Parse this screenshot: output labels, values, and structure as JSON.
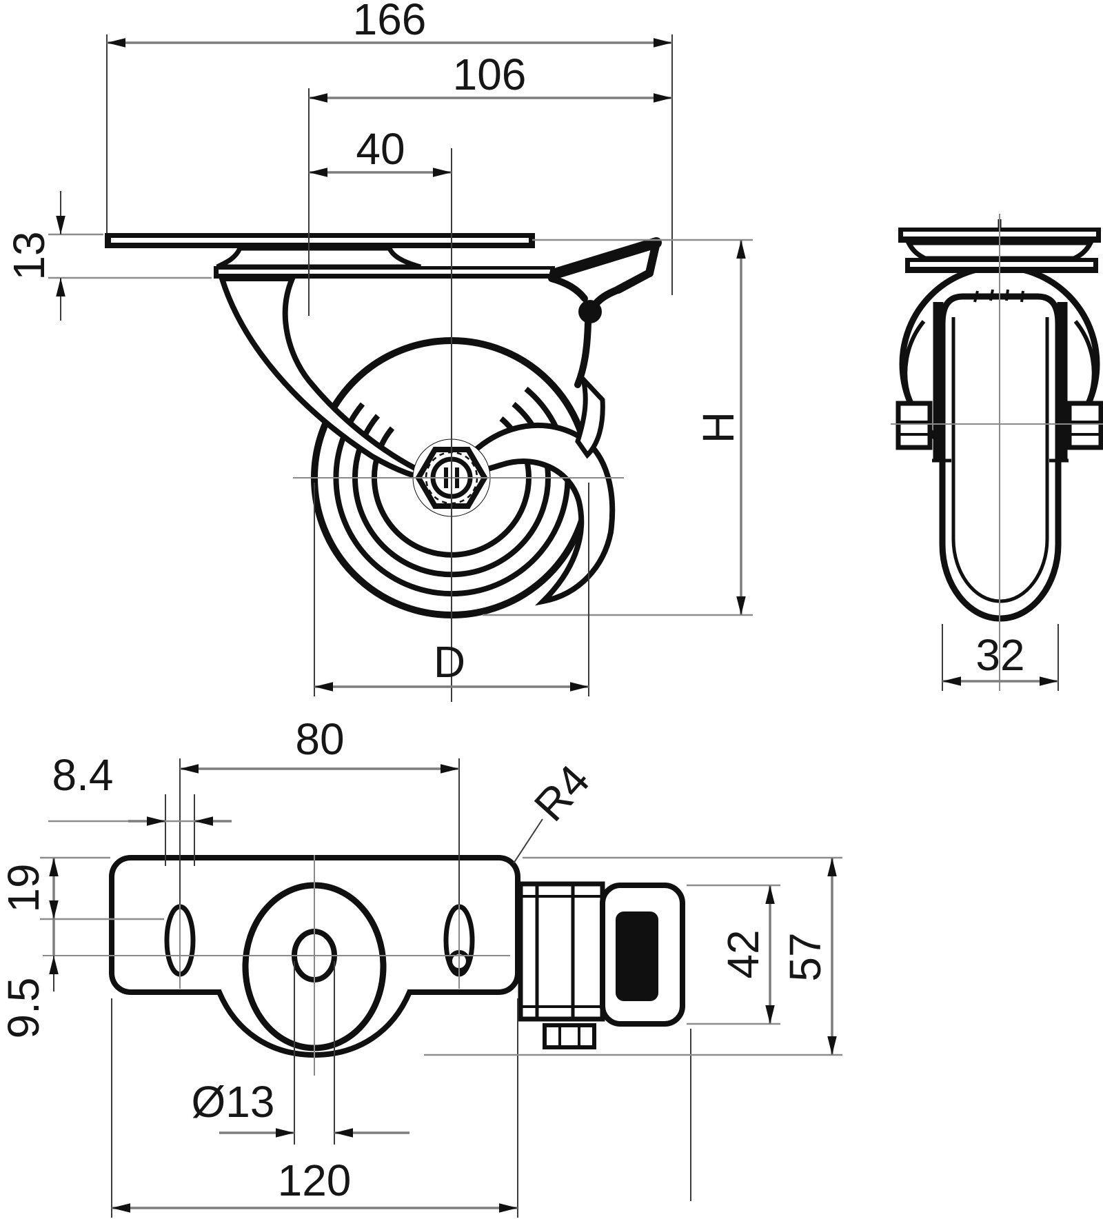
{
  "drawing_type": "caster-wheel-dimension-drawing",
  "views": {
    "front": {
      "overall_length": "166",
      "plate_span": "106",
      "swivel_offset": "40",
      "plate_thickness": "13",
      "overall_height": "H",
      "wheel_diameter": "D"
    },
    "side": {
      "wheel_width": "32"
    },
    "plan": {
      "hole_spacing": "80",
      "slot_width": "8.4",
      "corner_radius": "R4",
      "edge_to_slot": "19",
      "slot_to_centerline": "9.5",
      "center_bore": "Ø13",
      "plate_length": "120",
      "pedal_width": "42",
      "overall_width": "57"
    }
  },
  "colors": {
    "background": "#ffffff",
    "part_outline": "#101010",
    "dimension_line": "#7d7d7d",
    "extension_line": "#3c3c3c",
    "centerline": "#8a8a8a",
    "text": "#161616"
  }
}
